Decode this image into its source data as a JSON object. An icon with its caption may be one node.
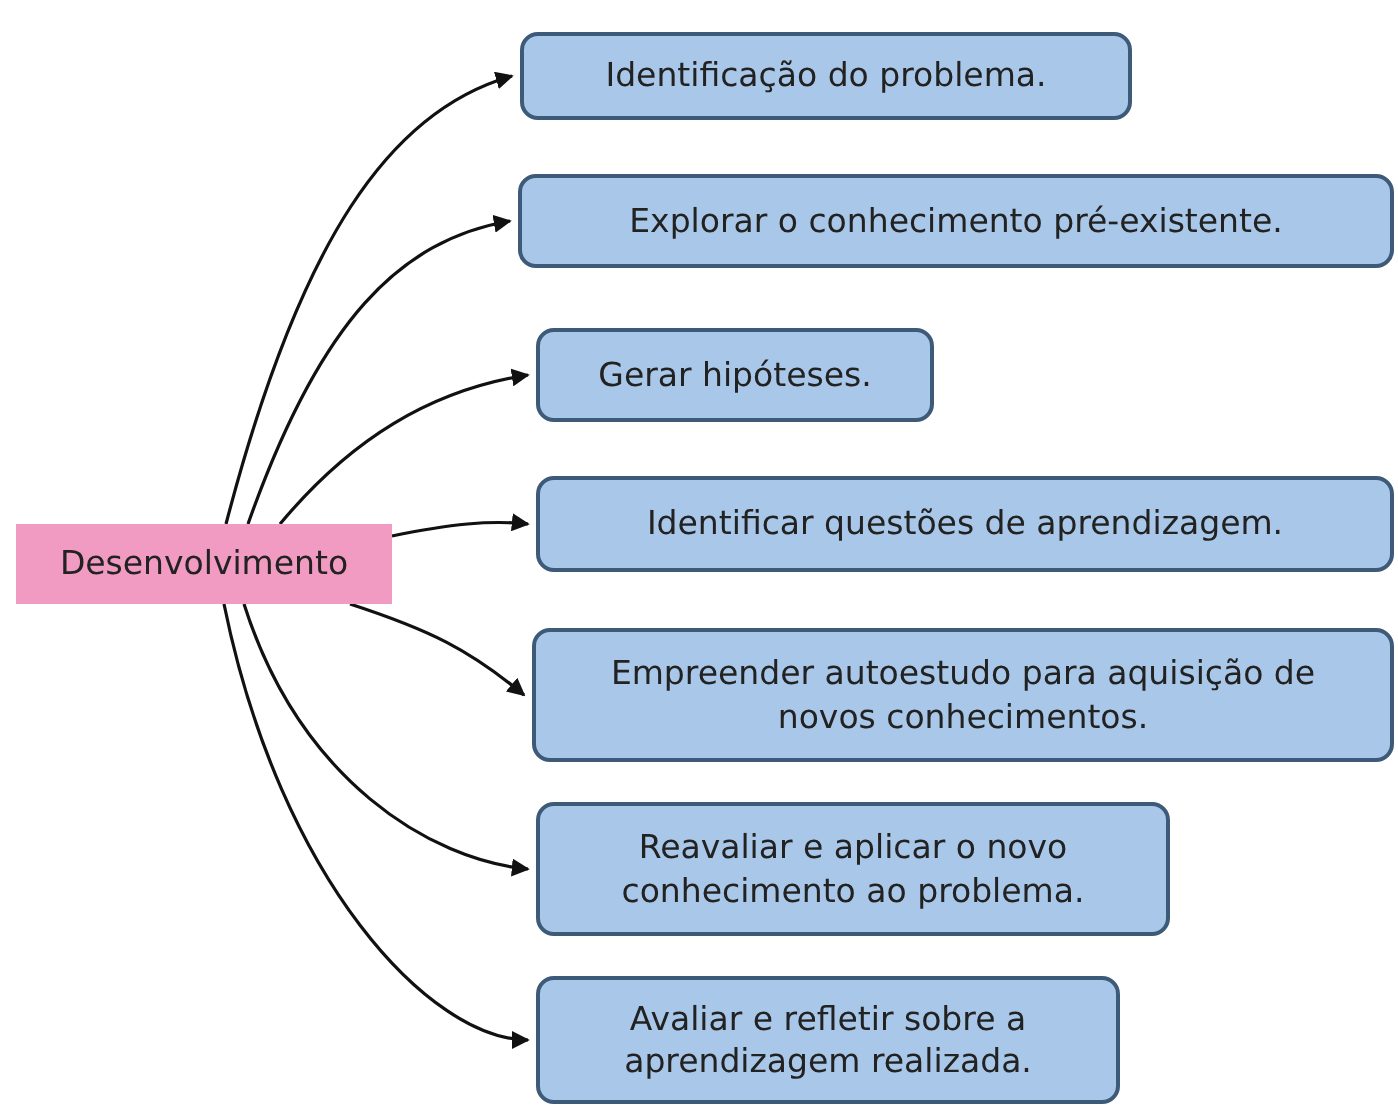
{
  "diagram": {
    "nodes": [
      {
        "text": [
          "Desenvolvimento"
        ]
      },
      {
        "text": [
          "Identificação do problema."
        ]
      },
      {
        "text": [
          "Explorar o conhecimento pré-existente."
        ]
      },
      {
        "text": [
          "Gerar hipóteses."
        ]
      },
      {
        "text": [
          "Identificar questões de aprendizagem."
        ]
      },
      {
        "text": [
          "Empreender autoestudo para aquisição de novos conhecimentos."
        ]
      },
      {
        "text": [
          "Reavaliar e aplicar o novo conhecimento ao problema."
        ]
      },
      {
        "text": [
          "Avaliar e refletir sobre a aprendizagem realizada."
        ]
      }
    ],
    "edges": [
      {
        "from": 0,
        "to": 1,
        "arrow": "to"
      },
      {
        "from": 0,
        "to": 2,
        "arrow": "to"
      },
      {
        "from": 0,
        "to": 3,
        "arrow": "to"
      },
      {
        "from": 0,
        "to": 4,
        "arrow": "to"
      },
      {
        "from": 0,
        "to": 5,
        "arrow": "to"
      },
      {
        "from": 0,
        "to": 6,
        "arrow": "to"
      },
      {
        "from": 0,
        "to": 7,
        "arrow": "to"
      }
    ]
  }
}
